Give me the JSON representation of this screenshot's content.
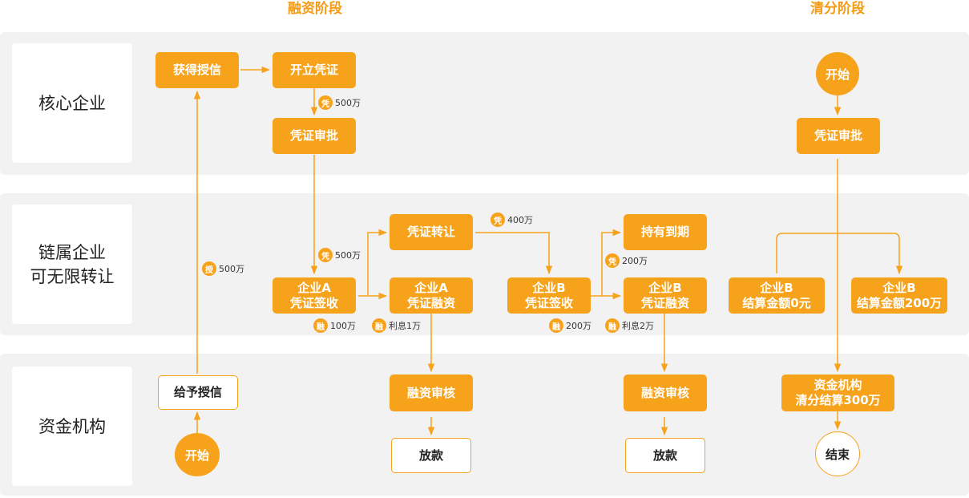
{
  "phases": {
    "financing": "融资阶段",
    "clearing": "清分阶段"
  },
  "lanes": {
    "core": "核心企业",
    "chain": "链属企业\n可无限转让",
    "fund": "资金机构"
  },
  "nodes": {
    "get_credit": "获得授信",
    "open_voucher": "开立凭证",
    "voucher_approval": "凭证审批",
    "company_a": "企业A",
    "voucher_sign": "凭证签收",
    "voucher_transfer": "凭证转让",
    "voucher_financing": "凭证融资",
    "company_b": "企业B",
    "hold_to_maturity": "持有到期",
    "grant_credit": "给予授信",
    "financing_review": "融资审核",
    "loan": "放款",
    "settle_amount_0": "结算金额0元",
    "settle_amount_200": "结算金额200万",
    "fund_institution": "资金机构",
    "clear_settle_300": "清分结算300万"
  },
  "circles": {
    "start": "开始",
    "end": "结束"
  },
  "annotations": {
    "voucher_badge": "凭",
    "finance_badge": "融",
    "credit_badge": "授",
    "v500": "500万",
    "v500b": "500万",
    "v400": "400万",
    "v200": "200万",
    "credit500": "500万",
    "f100": "100万",
    "interest1": "利息1万",
    "f200": "200万",
    "interest2": "利息2万"
  },
  "colors": {
    "accent": "#f7a21b",
    "phase_text": "#f59a12",
    "lane_bg": "#f2f2f2"
  }
}
